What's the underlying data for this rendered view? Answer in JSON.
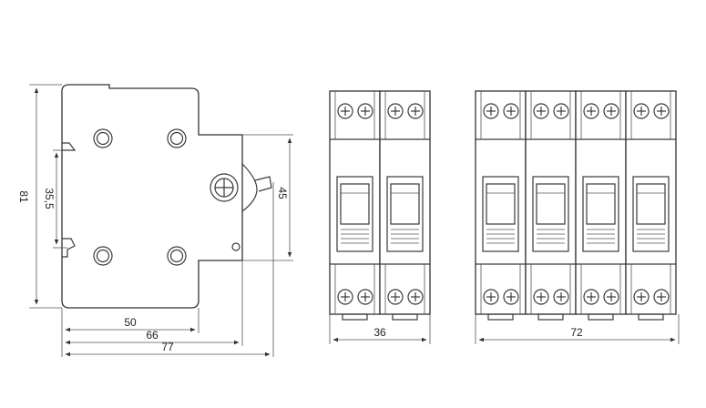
{
  "side_view": {
    "height_label": "81",
    "rail_label": "35,5",
    "front_height_label": "45",
    "width_labels": [
      "50",
      "66",
      "77"
    ]
  },
  "front_view_2p": {
    "width_label": "36",
    "poles": 2
  },
  "front_view_4p": {
    "width_label": "72",
    "poles": 4
  },
  "colors": {
    "line": "#333333",
    "background": "#ffffff"
  }
}
